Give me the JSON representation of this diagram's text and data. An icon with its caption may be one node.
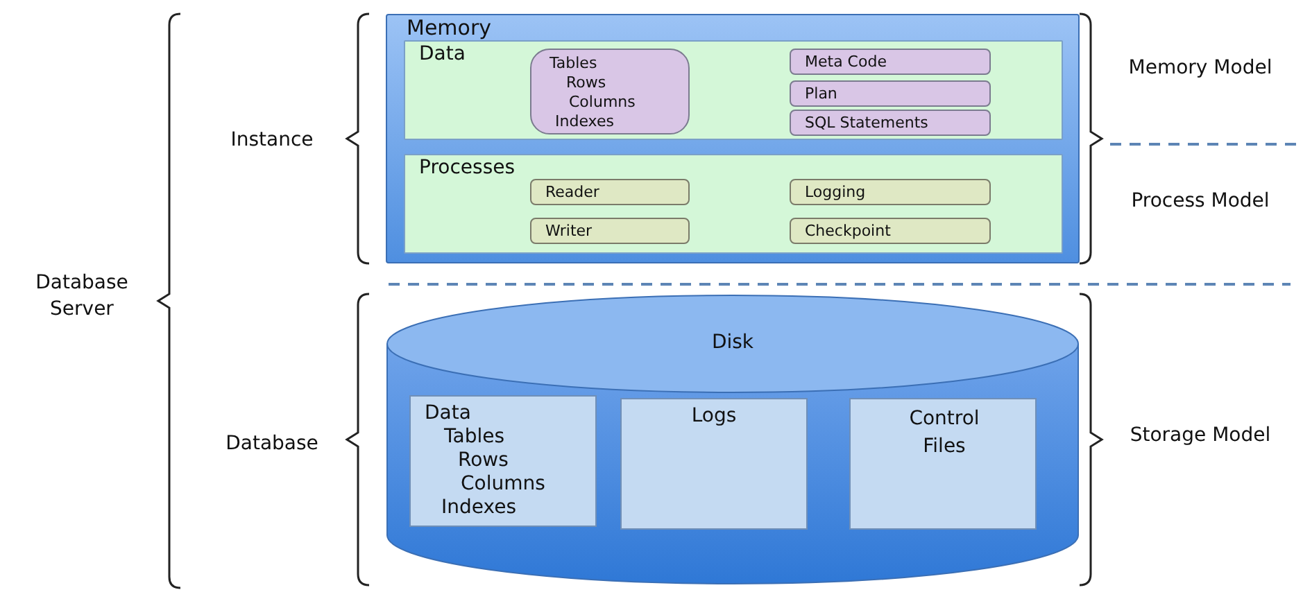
{
  "diagram": {
    "nodes": [
      {
        "text": [
          "Memory"
        ]
      },
      {
        "text": [
          "Data"
        ],
        "in": 0
      },
      {
        "text": [
          "Tables Rows Columns Indexes"
        ],
        "in": 1
      },
      {
        "text": [
          "Meta Code"
        ],
        "in": 1
      },
      {
        "text": [
          "Plan"
        ],
        "in": 1
      },
      {
        "text": [
          "SQL Statements"
        ],
        "in": 1
      },
      {
        "text": [
          "Processes"
        ],
        "in": 0
      },
      {
        "text": [
          "Reader"
        ],
        "in": 6
      },
      {
        "text": [
          "Logging"
        ],
        "in": 6
      },
      {
        "text": [
          "Writer"
        ],
        "in": 6
      },
      {
        "text": [
          "Checkpoint"
        ],
        "in": 6
      },
      {
        "text": [
          "Disk"
        ]
      },
      {
        "text": [
          "Data Tables Rows Columns Indexes"
        ],
        "in": 11
      },
      {
        "text": [
          "Logs"
        ],
        "in": 11
      },
      {
        "text": [
          "Control Files"
        ],
        "in": 11
      }
    ],
    "edges": [],
    "labels": [
      "Instance",
      "Memory Model",
      "Process Model",
      "Database Server",
      "Database",
      "Storage Model"
    ]
  }
}
